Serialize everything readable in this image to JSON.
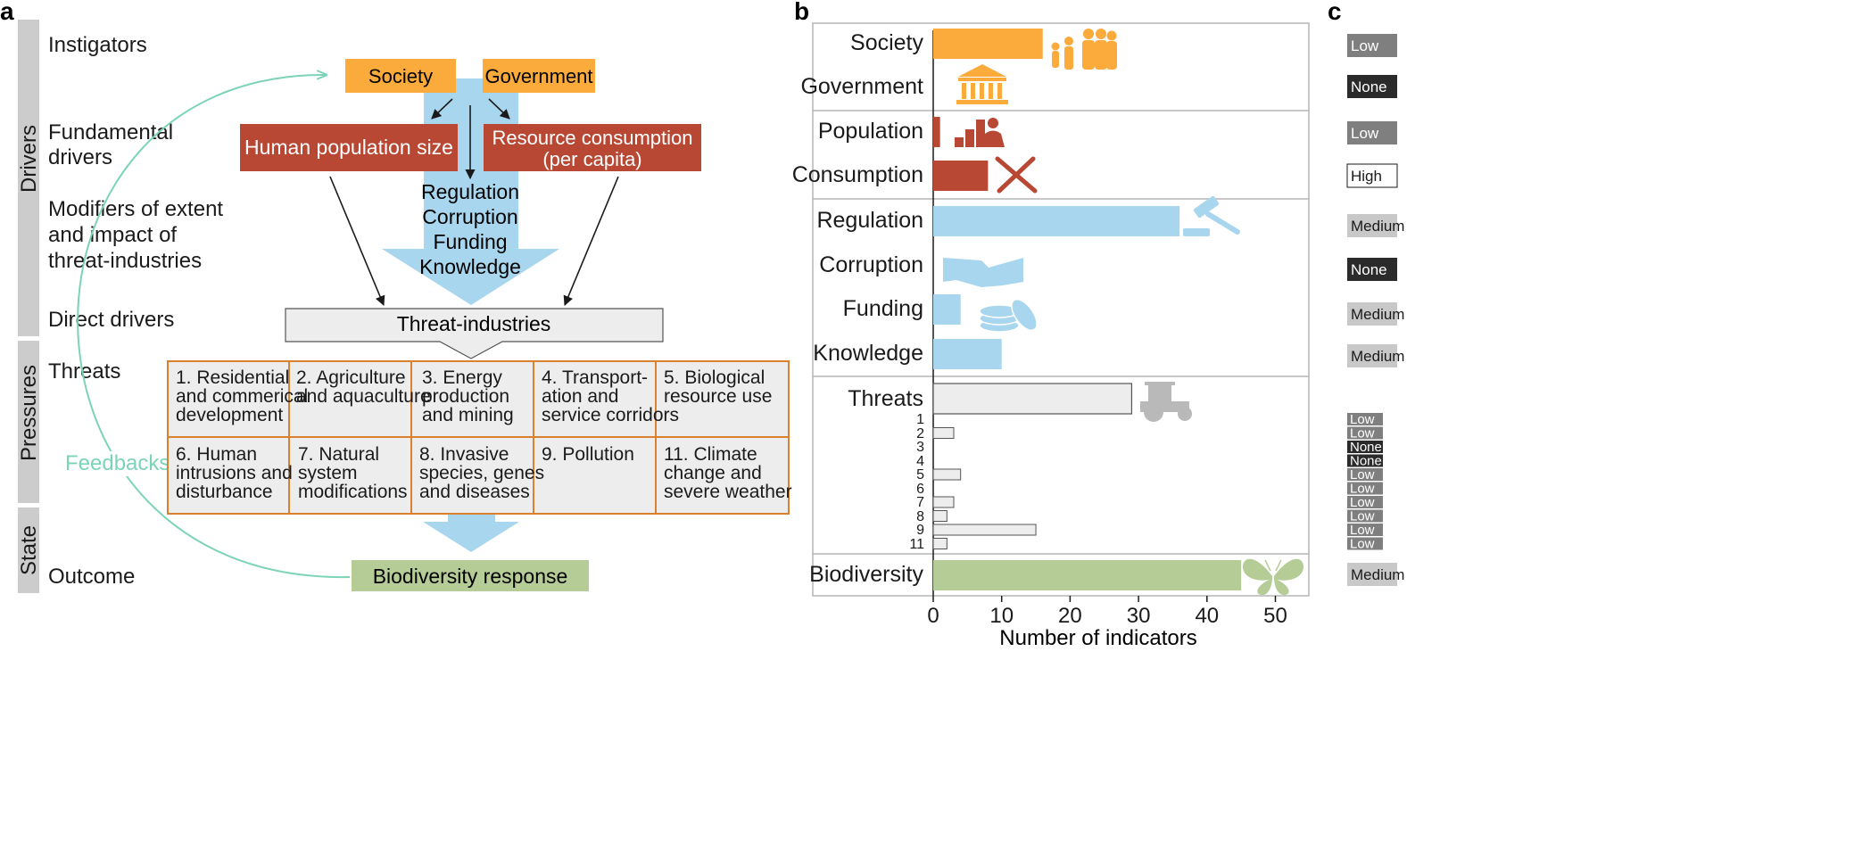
{
  "panels": {
    "a": "a",
    "b": "b",
    "c": "c"
  },
  "colors": {
    "orange": "#FBAA3C",
    "red": "#B84833",
    "blue": "#A7D6EE",
    "grey": "#EDEDED",
    "green": "#B5CC96",
    "teal": "#7BD3B8",
    "cell_border": "#D9812D",
    "side_band": "#CCCCCC"
  },
  "panel_a": {
    "side_bands": {
      "drivers": "Drivers",
      "pressures": "Pressures",
      "state": "State"
    },
    "levels": {
      "instigators": "Instigators",
      "fundamental_1": "Fundamental",
      "fundamental_2": "drivers",
      "modifiers_1": "Modifiers of extent",
      "modifiers_2": "and impact of",
      "modifiers_3": "threat-industries",
      "direct": "Direct drivers",
      "threats": "Threats",
      "outcome": "Outcome"
    },
    "boxes": {
      "society": "Society",
      "government": "Government",
      "population": "Human population size",
      "consumption_1": "Resource consumption",
      "consumption_2": "(per capita)",
      "threat_industries": "Threat-industries",
      "biodiversity": "Biodiversity response"
    },
    "modifiers": [
      "Regulation",
      "Corruption",
      "Funding",
      "Knowledge"
    ],
    "feedbacks": "Feedbacks",
    "threat_cells": [
      [
        "1. Residential",
        "and commerical",
        "development"
      ],
      [
        "2. Agriculture",
        "and aquaculture"
      ],
      [
        "3. Energy",
        "production",
        "and mining"
      ],
      [
        "4. Transport-",
        "ation and",
        "service corridors"
      ],
      [
        "5. Biological",
        "resource use"
      ],
      [
        "6. Human",
        "intrusions and",
        "disturbance"
      ],
      [
        "7. Natural",
        "system",
        "modifications"
      ],
      [
        "8. Invasive",
        "species, genes",
        "and diseases"
      ],
      [
        "9. Pollution"
      ],
      [
        "11. Climate",
        "change and",
        "severe weather"
      ]
    ]
  },
  "chart_data": {
    "type": "bar",
    "orientation": "horizontal",
    "xlabel": "Number of indicators",
    "xlim": [
      0,
      55
    ],
    "xticks": [
      0,
      10,
      20,
      30,
      40,
      50
    ],
    "categories": [
      "Society",
      "Government",
      "Population",
      "Consumption",
      "Regulation",
      "Corruption",
      "Funding",
      "Knowledge",
      "Threats",
      "Biodiversity"
    ],
    "values": [
      16,
      0,
      1,
      8,
      36,
      0,
      4,
      10,
      29,
      45
    ],
    "threat_subcategories": [
      "1",
      "2",
      "3",
      "4",
      "5",
      "6",
      "7",
      "8",
      "9",
      "11"
    ],
    "threat_values": [
      0,
      3,
      0,
      0,
      4,
      0,
      3,
      2,
      15,
      2
    ],
    "icons": {
      "Society": "family-icon",
      "Government": "government-building-icon",
      "Population": "population-icon",
      "Consumption": "knife-fork-icon",
      "Regulation": "gavel-icon",
      "Corruption": "handshake-icon",
      "Funding": "coins-icon",
      "Threats": "tractor-icon",
      "Biodiversity": "butterfly-icon"
    }
  },
  "panel_c": {
    "main_ratings": [
      "Low",
      "None",
      "Low",
      "High",
      "Medium",
      "None",
      "Medium",
      "Medium",
      "Medium"
    ],
    "threat_ratings": [
      "Low",
      "Low",
      "None",
      "None",
      "Low",
      "Low",
      "Low",
      "Low",
      "Low",
      "Low"
    ]
  }
}
